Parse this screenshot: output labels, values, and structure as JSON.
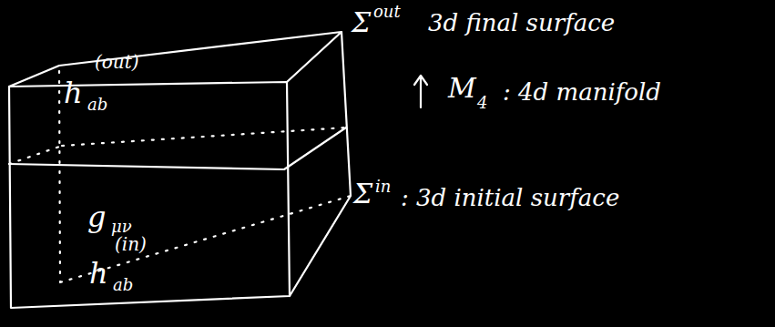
{
  "diagram": {
    "labels": [
      "h",
      "(out)",
      "ab",
      "g",
      "μν",
      "h",
      "(in)",
      "ab",
      "Σ",
      "out",
      "3d final surface",
      "M",
      "4",
      ": 4d manifold",
      "Σ",
      "in",
      ": 3d initial surface"
    ]
  }
}
